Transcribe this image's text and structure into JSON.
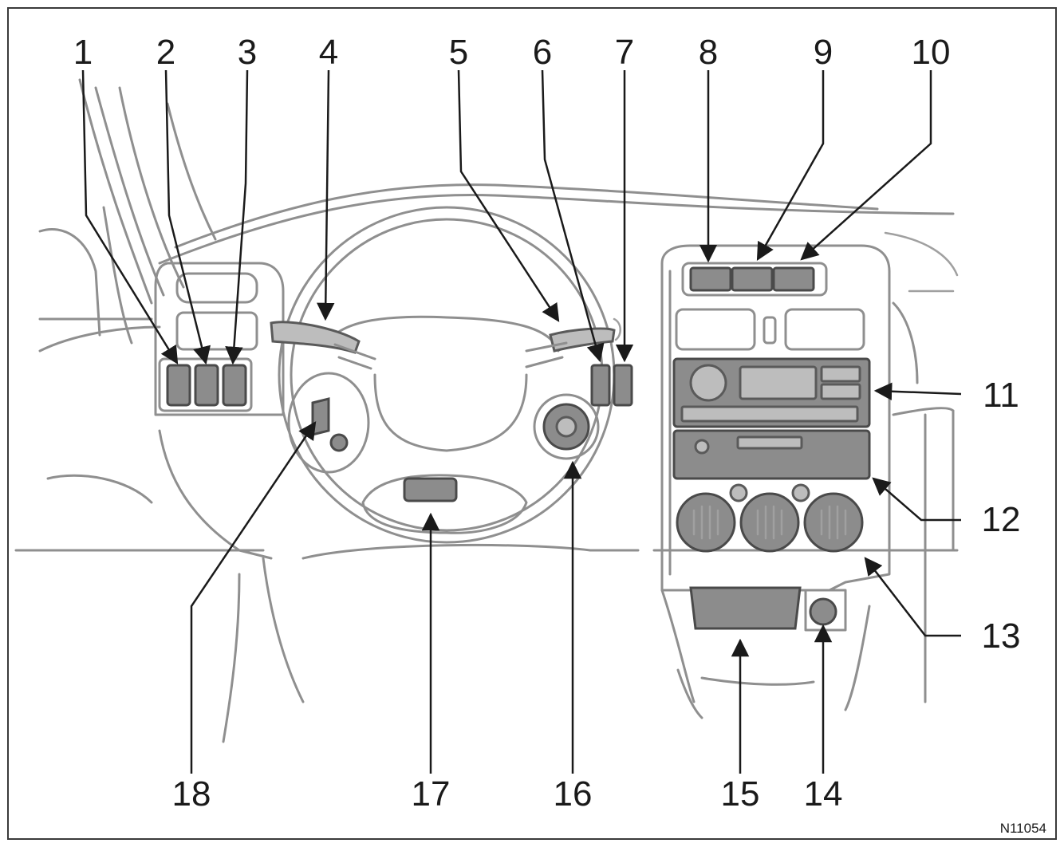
{
  "callouts": [
    {
      "num": "1"
    },
    {
      "num": "2"
    },
    {
      "num": "3"
    },
    {
      "num": "4"
    },
    {
      "num": "5"
    },
    {
      "num": "6"
    },
    {
      "num": "7"
    },
    {
      "num": "8"
    },
    {
      "num": "9"
    },
    {
      "num": "10"
    },
    {
      "num": "11"
    },
    {
      "num": "12"
    },
    {
      "num": "13"
    },
    {
      "num": "14"
    },
    {
      "num": "15"
    },
    {
      "num": "16"
    },
    {
      "num": "17"
    },
    {
      "num": "18"
    }
  ],
  "figure_ref": "N11054"
}
